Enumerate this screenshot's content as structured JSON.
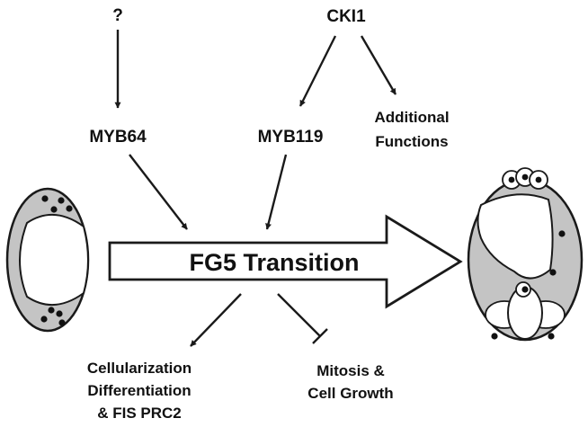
{
  "labels": {
    "unknown_regulator": "?",
    "cki1": "CKI1",
    "myb64": "MYB64",
    "myb119": "MYB119",
    "additional_functions": [
      "Additional",
      "Functions"
    ],
    "transition": "FG5 Transition",
    "outcome_promoted": [
      "Cellularization",
      "Differentiation",
      "& FIS PRC2"
    ],
    "outcome_inhibited": [
      "Mitosis &",
      "Cell Growth"
    ]
  },
  "colors": {
    "cell_fill": "#c4c4c4",
    "vacuole_fill": "#ffffff",
    "outline": "#1a1a1a",
    "nucleus": "#111111"
  }
}
